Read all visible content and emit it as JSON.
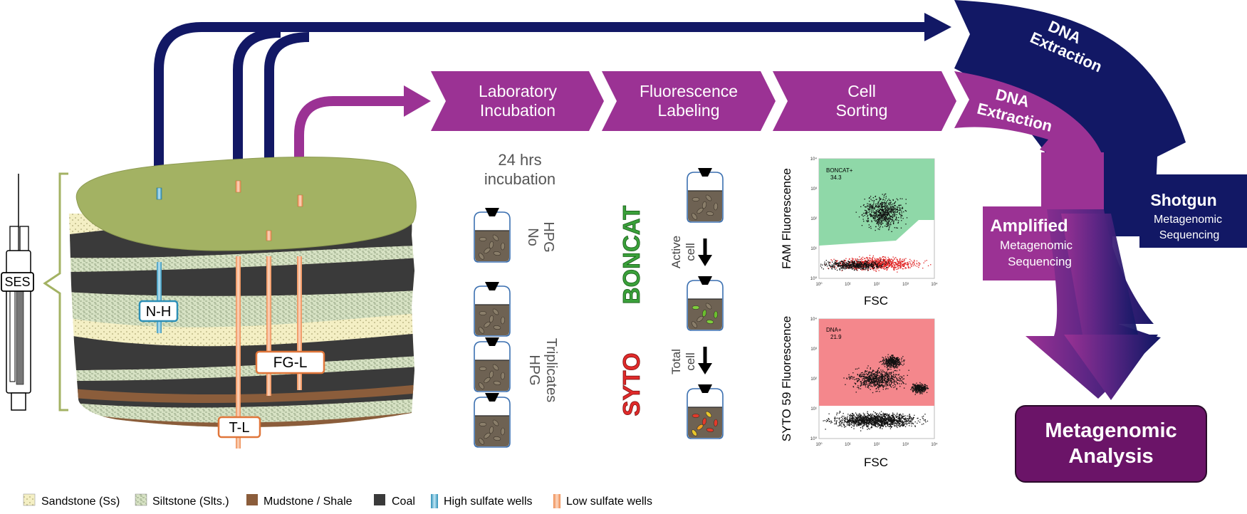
{
  "colors": {
    "navy": "#121865",
    "purple": "#9b3294",
    "dark_purple": "#6b1468",
    "olive": "#a3b263",
    "coal": "#3a3a3a",
    "mud": "#8b5d3b",
    "siltstone": "#d7e2c4",
    "sandstone": "#f4efc4",
    "high_sulfate": "#5bb9d8",
    "low_sulfate": "#f5a878",
    "boncat_green": "#3aa03a",
    "syto_red": "#e02a2a",
    "gate_green": "#8fd8a8",
    "gate_red": "#f4878c"
  },
  "steps": {
    "lab_incubation": [
      "Laboratory",
      "Incubation"
    ],
    "fluorescence_labeling": [
      "Fluorescence",
      "Labeling"
    ],
    "cell_sorting": [
      "Cell",
      "Sorting"
    ],
    "dna_extraction_purple": [
      "DNA",
      "Extraction"
    ],
    "dna_extraction_navy": [
      "DNA",
      "Extraction"
    ]
  },
  "incubation": {
    "duration": [
      "24 hrs",
      "incubation"
    ],
    "no_hpg": [
      "No",
      "HPG"
    ],
    "hpg": [
      "HPG",
      "Triplicates"
    ]
  },
  "labels": {
    "boncat": "BONCAT",
    "syto": "SYTO",
    "active_cell": [
      "Active",
      "cell"
    ],
    "total_cell": [
      "Total",
      "cell"
    ]
  },
  "wells": {
    "nh": "N-H",
    "fgl": "FG-L",
    "tl": "T-L",
    "ses": "SES"
  },
  "plots": {
    "top": {
      "ylabel": "FAM Fluorescence",
      "xlabel": "FSC",
      "gate_name": "BONCAT+",
      "gate_value": "34.3",
      "ticks": [
        "10⁰",
        "10¹",
        "10²",
        "10³",
        "10⁴"
      ]
    },
    "bottom": {
      "ylabel": "SYTO 59 Fluorescence",
      "xlabel": "FSC",
      "gate_name": "DNA+",
      "gate_value": "21.9",
      "ticks": [
        "10⁰",
        "10¹",
        "10²",
        "10³",
        "10⁴"
      ]
    }
  },
  "sequencing": {
    "amplified": [
      "Amplified",
      "Metagenomic",
      "Sequencing"
    ],
    "shotgun": [
      "Shotgun",
      "Metagenomic",
      "Sequencing"
    ],
    "analysis": [
      "Metagenomic",
      "Analysis"
    ]
  },
  "legend": [
    {
      "label": "Sandstone (Ss)",
      "swatch": "sandstone"
    },
    {
      "label": "Siltstone (Slts.)",
      "swatch": "siltstone"
    },
    {
      "label": "Mudstone / Shale",
      "swatch": "mud"
    },
    {
      "label": "Coal",
      "swatch": "coal"
    },
    {
      "label": "High sulfate wells",
      "swatch": "high_sulfate"
    },
    {
      "label": "Low sulfate wells",
      "swatch": "low_sulfate"
    }
  ]
}
